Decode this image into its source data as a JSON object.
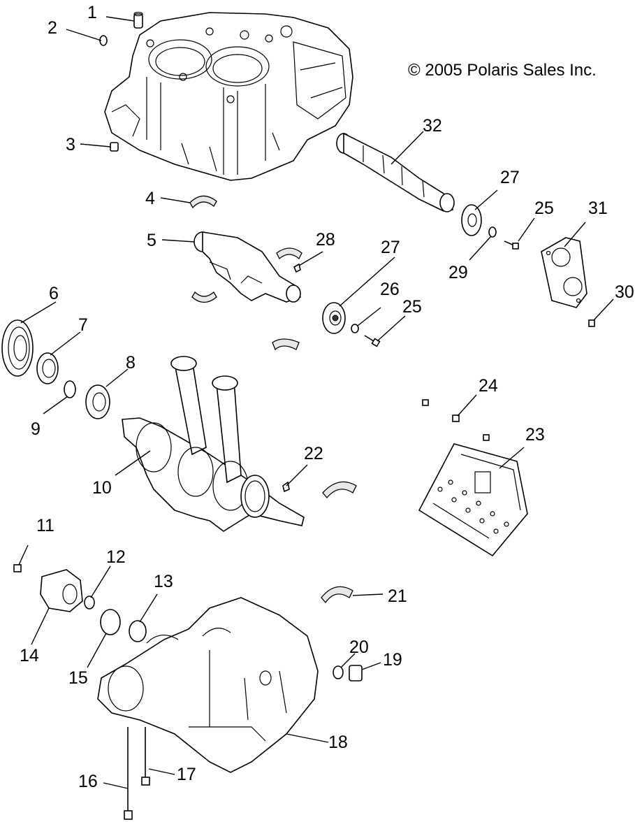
{
  "copyright": "© 2005 Polaris Sales Inc.",
  "callouts": [
    "1",
    "2",
    "3",
    "4",
    "5",
    "6",
    "7",
    "8",
    "9",
    "10",
    "11",
    "12",
    "13",
    "14",
    "15",
    "16",
    "17",
    "18",
    "19",
    "20",
    "21",
    "22",
    "23",
    "24",
    "25",
    "25",
    "26",
    "27",
    "27",
    "28",
    "29",
    "30",
    "31",
    "32"
  ]
}
